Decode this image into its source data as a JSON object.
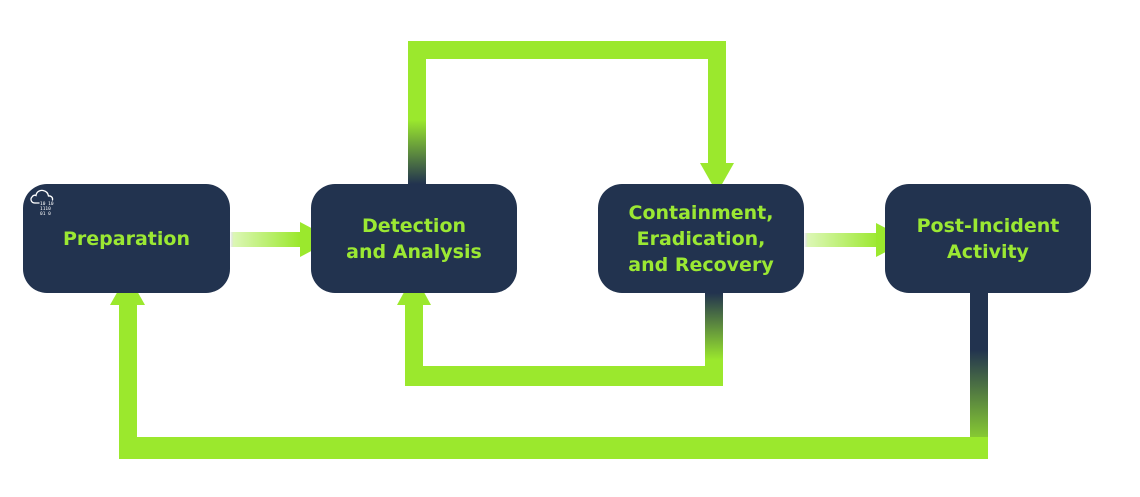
{
  "colors": {
    "node_fill": "#22334f",
    "node_text": "#9be833",
    "arrow": "#9be82d",
    "arrow_dark": "#22334f",
    "logo": "#ffffff"
  },
  "nodes": {
    "preparation": {
      "label": "Preparation"
    },
    "detection": {
      "label": "Detection\nand Analysis"
    },
    "containment": {
      "label": "Containment,\nEradication,\nand Recovery"
    },
    "post_incident": {
      "label": "Post-Incident\nActivity"
    }
  },
  "logo": {
    "icon": "cloud-binary-icon",
    "text_lines": [
      "10 10",
      "1110",
      "01 0"
    ]
  }
}
